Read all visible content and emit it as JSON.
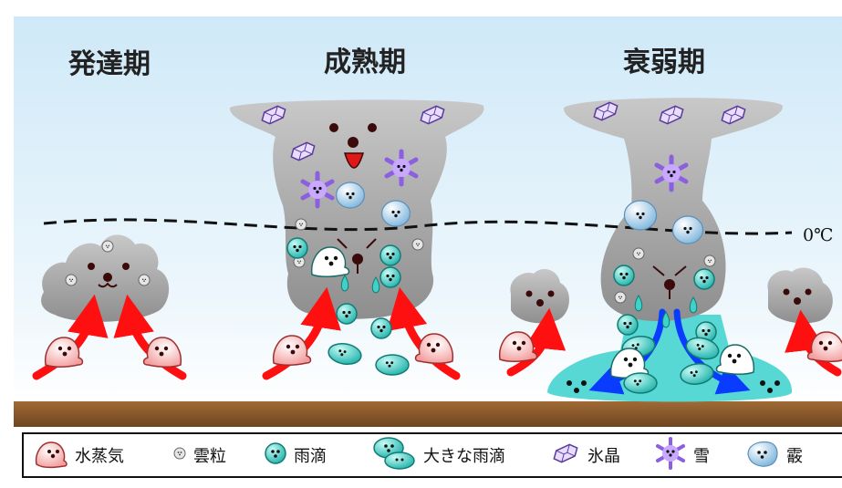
{
  "stages": [
    {
      "title": "発達期"
    },
    {
      "title": "成熟期"
    },
    {
      "title": "衰弱期"
    }
  ],
  "freezing_level_label": "0℃",
  "legend": [
    {
      "label": "水蒸気",
      "icon": "water-vapor-icon"
    },
    {
      "label": "雲粒",
      "icon": "cloud-droplet-icon"
    },
    {
      "label": "雨滴",
      "icon": "raindrop-icon"
    },
    {
      "label": "大きな雨滴",
      "icon": "large-raindrop-icon"
    },
    {
      "label": "氷晶",
      "icon": "ice-crystal-icon"
    },
    {
      "label": "雪",
      "icon": "snow-icon"
    },
    {
      "label": "霰",
      "icon": "graupel-icon"
    }
  ],
  "colors": {
    "sky_top": "#cfe9f8",
    "sky_bottom": "#ffffff",
    "ground": "#8a5a2b",
    "cloud": "#9a9a9a",
    "updraft": "#ff1010",
    "downdraft": "#0a3cff",
    "cold_pool": "#4fd6d2",
    "water_vapor": "#f6b8b8",
    "raindrop": "#3fd2c8",
    "ice_crystal": "#b48cf0",
    "snow": "#a77ce8",
    "graupel": "#a9d3ec"
  }
}
